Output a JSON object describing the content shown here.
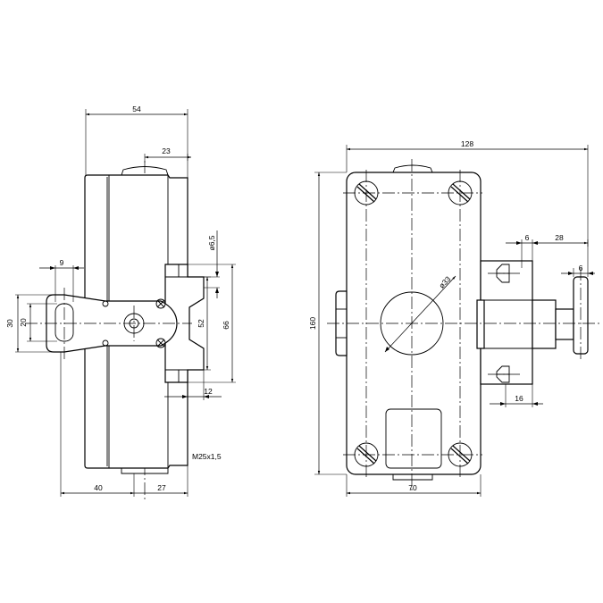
{
  "views": {
    "side": {
      "dimensions": {
        "overall_width": "54",
        "plunger_offset": "23",
        "lever_slot_width": "9",
        "lever_height_outer": "30",
        "lever_height_inner": "20",
        "hole_diameter": "ø6,5",
        "mount_spacing": "52",
        "flange_height": "66",
        "flange_offset": "12",
        "body_left": "40",
        "body_right": "27"
      },
      "thread_label": "M25x1,5"
    },
    "front": {
      "dimensions": {
        "overall_width": "128",
        "height": "160",
        "bore": "ø33",
        "screw_pitch": "6",
        "shaft_length": "28",
        "shaft_tip": "6",
        "shaft_offset": "16",
        "base_width": "70"
      }
    }
  }
}
